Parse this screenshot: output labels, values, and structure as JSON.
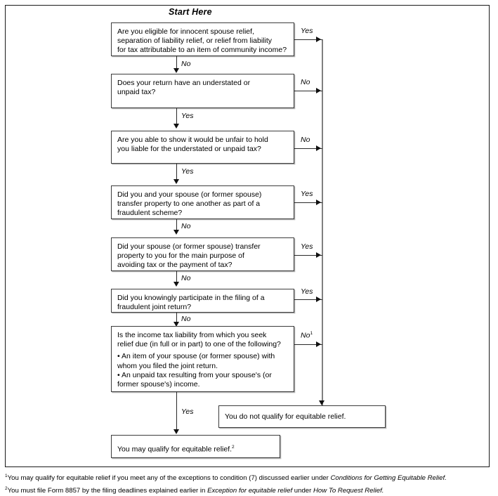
{
  "document": {
    "title": "Start Here",
    "type": "decision-flowchart",
    "subject": "Equitable relief eligibility flowchart"
  },
  "nodes": [
    {
      "id": "q1",
      "lines": [
        "Are you eligible for innocent spouse relief,",
        "separation of liability relief, or relief from liability",
        "for tax attributable to an item of community income?"
      ],
      "yes_label": "Yes",
      "no_label": "No"
    },
    {
      "id": "q2",
      "lines": [
        "Does your return have an understated or",
        "unpaid tax?"
      ],
      "yes_label": "Yes",
      "no_label": "No"
    },
    {
      "id": "q3",
      "lines": [
        "Are you able to show it would be unfair to hold",
        "you liable for the understated or unpaid tax?"
      ],
      "yes_label": "Yes",
      "no_label": "No"
    },
    {
      "id": "q4",
      "lines": [
        "Did you and your spouse (or former spouse)",
        "transfer property to one another as part of a",
        "fraudulent scheme?"
      ],
      "yes_label": "Yes",
      "no_label": "No"
    },
    {
      "id": "q5",
      "lines": [
        "Did your spouse (or former spouse) transfer",
        "property to you for the main purpose of",
        "avoiding tax or the payment of tax?"
      ],
      "yes_label": "Yes",
      "no_label": "No"
    },
    {
      "id": "q6",
      "lines": [
        "Did you knowingly participate in the filing of a",
        "fraudulent joint return?"
      ],
      "yes_label": "Yes",
      "no_label": "No"
    },
    {
      "id": "q7",
      "lines": [
        "Is the income tax liability from which you seek",
        "relief due (in full or in part) to one of the following?"
      ],
      "bullets": [
        "• An item of your spouse (or former spouse) with",
        "whom you filed the joint return.",
        "• An unpaid tax resulting from your spouse's (or",
        "former spouse's) income."
      ],
      "yes_label": "Yes",
      "no_label": "No",
      "no_footnote_marker": "1"
    }
  ],
  "outcomes": {
    "negative": "You do not qualify for equitable relief.",
    "positive_text": "You may qualify for equitable relief.",
    "positive_footnote_marker": "2"
  },
  "footnotes": [
    {
      "marker": "1",
      "parts": [
        {
          "text": "You may qualify for equitable relief if you meet any of the exceptions to condition (7) discussed earlier under ",
          "italic": false
        },
        {
          "text": "Conditions for Getting Equitable Relief.",
          "italic": true
        }
      ]
    },
    {
      "marker": "2",
      "parts": [
        {
          "text": "You must file Form 8857 by the filing deadlines explained earlier in ",
          "italic": false
        },
        {
          "text": "Exception for equitable relief",
          "italic": true
        },
        {
          "text": " under ",
          "italic": false
        },
        {
          "text": "How To Request Relief.",
          "italic": true
        }
      ]
    }
  ],
  "colors": {
    "border": "#3c3c3c",
    "frame": "#1a1a1a",
    "line": "#2a2a2a",
    "spine": "#808080",
    "shadow": "#b4b4b4",
    "background": "#ffffff"
  }
}
